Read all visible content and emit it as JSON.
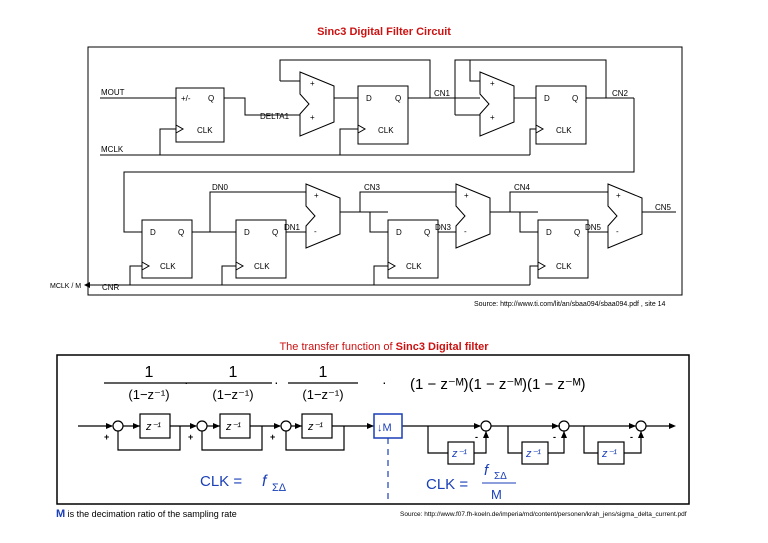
{
  "title": "Sinc3 Digital Filter Circuit",
  "source1": "Source:   http://www.ti.com/lit/an/sbaa094/sbaa094.pdf , site 14",
  "signals": {
    "mout": "MOUT",
    "mclk": "MCLK",
    "mclk_m": "MCLK / M",
    "cnr": "CNR",
    "delta1": "DELTA1",
    "cn1": "CN1",
    "cn2": "CN2",
    "dn0": "DN0",
    "dn1": "DN1",
    "cn3": "CN3",
    "dn3": "DN3",
    "cn4": "CN4",
    "dn5": "DN5",
    "cn5": "CN5"
  },
  "ff": {
    "d": "D",
    "q": "Q",
    "clk": "CLK",
    "pm": "+/-"
  },
  "ops": {
    "plus": "+",
    "minus": "-"
  },
  "tf_heading": {
    "prefix": "The transfer function of ",
    "bold": "Sinc3 Digital filter"
  },
  "tf": {
    "num": "1",
    "den": "(1−z⁻¹)",
    "dot": "·",
    "comb": "(1 − z⁻ᴹ)(1 − z⁻ᴹ)(1 − z⁻ᴹ)"
  },
  "block": {
    "zinv": "z⁻¹",
    "decim": "↓M",
    "clk1": "CLK = ",
    "f_sym": "f",
    "f_sub": "ΣΔ",
    "clk2": "CLK = ",
    "m": "M"
  },
  "note": {
    "bold": "M",
    "text": " is the decimation ratio of the sampling rate"
  },
  "source2": "Source: http://www.f07.fh-koeln.de/imperia/md/content/personen/krah_jens/sigma_delta_current.pdf"
}
